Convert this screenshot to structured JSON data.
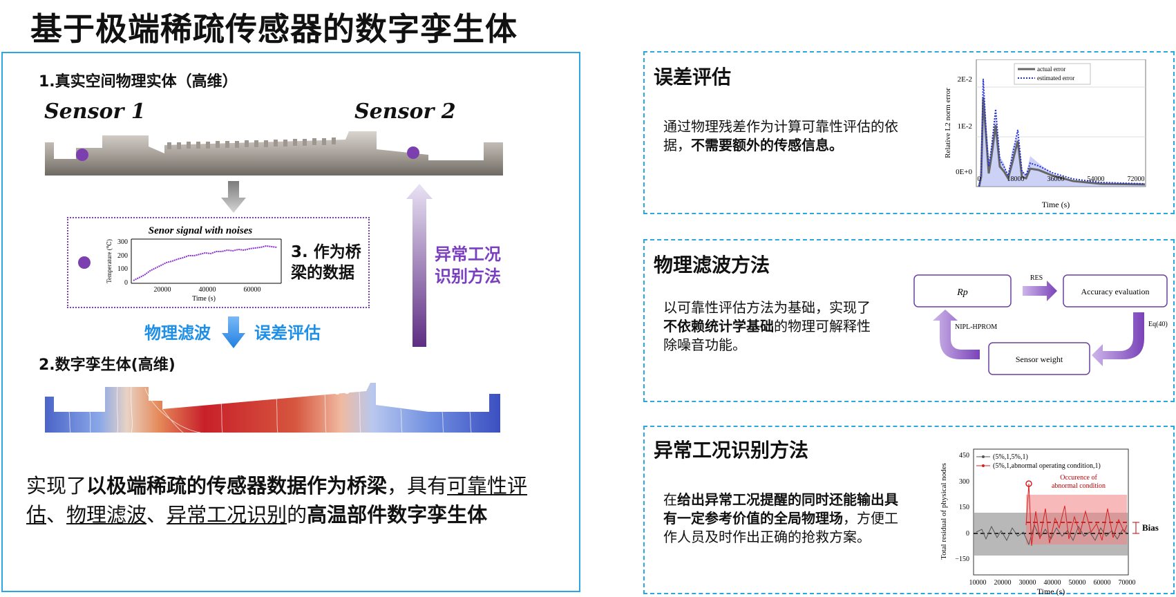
{
  "title": "基于极端稀疏传感器的数字孪生体",
  "left": {
    "physical_label": "1.真实空间物理实体（高维）",
    "sensor1": "Sensor 1",
    "sensor2": "Sensor 2",
    "signal_title": "Senor signal with noises",
    "signal_ylabel": "Temperature (℃)",
    "signal_xlabel": "Time (s)",
    "signal_yticks": [
      "300",
      "200",
      "100",
      "0"
    ],
    "signal_xticks": [
      "20000",
      "40000",
      "60000"
    ],
    "bridge_label_line1": "3. 作为桥",
    "bridge_label_line2": "梁的数据",
    "filter_label": "物理滤波",
    "error_label": "误差评估",
    "anomaly_line1": "异常工况",
    "anomaly_line2": "识别方法",
    "twin_label": "2.数字孪生体(高维)",
    "summary": {
      "p1": "实现了",
      "b1": "以极端稀疏的传感器数据作为桥梁",
      "p2": "，具有",
      "u1": "可靠性评估",
      "p3": "、",
      "u2": "物理滤波",
      "p4": "、",
      "u3": "异常工况识别",
      "p5": "的",
      "b2": "高温部件数字孪生体"
    }
  },
  "error_box": {
    "title": "误差评估",
    "text1": "通过物理残差作为计算可靠性评估的依据，",
    "text_bold": "不需要额外的传感信息。",
    "chart": {
      "legend_actual": "actual error",
      "legend_estimated": "estimated error",
      "ylabel": "Relative L2 norm error",
      "xlabel": "Time (s)",
      "yticks": [
        "2E-2",
        "1E-2",
        "0E+0"
      ],
      "xticks": [
        "0",
        "18000",
        "36000",
        "54000",
        "72000"
      ]
    }
  },
  "filter_box": {
    "title": "物理滤波方法",
    "text1": "以可靠性评估方法为基础，实现了",
    "text_bold": "不依赖统计学基础",
    "text2": "的物理可解释性除噪音功能。",
    "flow": {
      "node_rp": "Rp",
      "node_accuracy": "Accuracy evaluation",
      "node_sensor": "Sensor weight",
      "edge_res": "RES",
      "edge_eq": "Eq(40)",
      "edge_nipl": "NIPL-HPROM"
    }
  },
  "anomaly_box": {
    "title": "异常工况识别方法",
    "text_prefix": "在",
    "text_bold": "给出异常工况提醒的同时还能输出具有一定参考价值的全局物理场",
    "text_suffix": "，方便工作人员及时作出正确的抢救方案。",
    "chart": {
      "legend1": "(5%,1,5%,1)",
      "legend2": "(5%,1,abnormal operating condition,1)",
      "annotation_line1": "Occurence of",
      "annotation_line2": "abnormal condition",
      "bias_label": "Bias",
      "ylabel": "Total residual of physical nodes",
      "xlabel": "Time (s)",
      "yticks": [
        "450",
        "300",
        "150",
        "0",
        "−150"
      ],
      "xticks": [
        "10000",
        "20000",
        "30000",
        "40000",
        "50000",
        "60000",
        "70000"
      ]
    }
  }
}
